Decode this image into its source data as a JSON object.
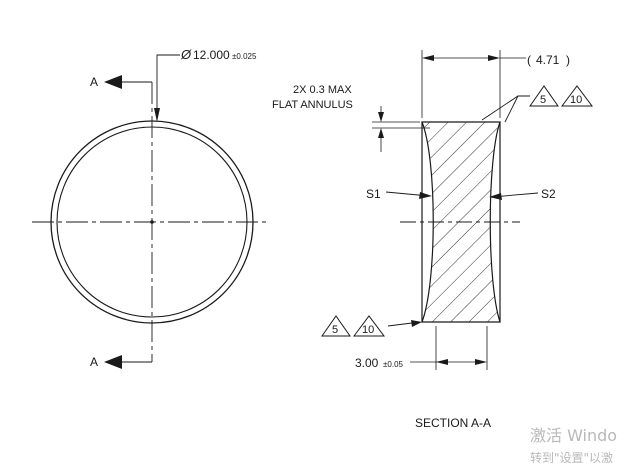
{
  "drawing": {
    "diameter_symbol": "Ø",
    "diameter_value": "12.000",
    "diameter_tol": "±0.025",
    "section_letter_top": "A",
    "section_letter_bottom": "A",
    "flat_note_line1": "2X 0.3 MAX",
    "flat_note_line2": "FLAT ANNULUS",
    "ref_dim_open": "(",
    "ref_dim_value": "4.71",
    "ref_dim_close": ")",
    "s1_label": "S1",
    "s2_label": "S2",
    "spec_top_a": "5",
    "spec_top_b": "10",
    "spec_bot_a": "5",
    "spec_bot_b": "10",
    "thickness_value": "3.00",
    "thickness_tol": "±0.05",
    "section_title": "SECTION A-A"
  },
  "watermark": {
    "line1": "激活 Windo",
    "line2": "转到\"设置\"以激"
  },
  "colors": {
    "ink": "#1a1a1a",
    "watermark": "#b9b9b9",
    "background": "#ffffff"
  }
}
